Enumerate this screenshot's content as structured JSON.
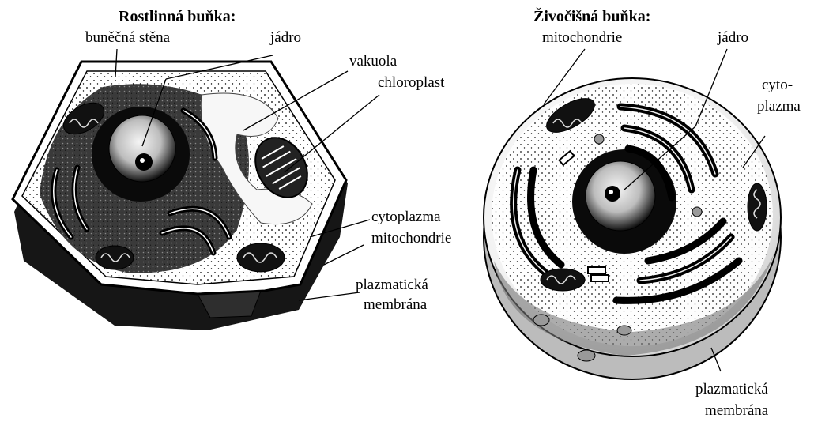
{
  "plant_cell": {
    "title": "Rostlinná buňka:",
    "labels": {
      "cell_wall": "buněčná stěna",
      "nucleus": "jádro",
      "vacuole": "vakuola",
      "chloroplast": "chloroplast",
      "cytoplasm": "cytoplazma",
      "mitochondria": "mitochondrie",
      "plasma_membrane_1": "plazmatická",
      "plasma_membrane_2": "membrána"
    }
  },
  "animal_cell": {
    "title": "Živočišná buňka:",
    "labels": {
      "mitochondria": "mitochondrie",
      "nucleus": "jádro",
      "cytoplasm_1": "cyto-",
      "cytoplasm_2": "plazma",
      "plasma_membrane_1": "plazmatická",
      "plasma_membrane_2": "membrána"
    }
  },
  "colors": {
    "ink": "#000000",
    "paper": "#ffffff",
    "shade": "#1a1a1a",
    "mid": "#555555",
    "light": "#d8d8d8"
  }
}
